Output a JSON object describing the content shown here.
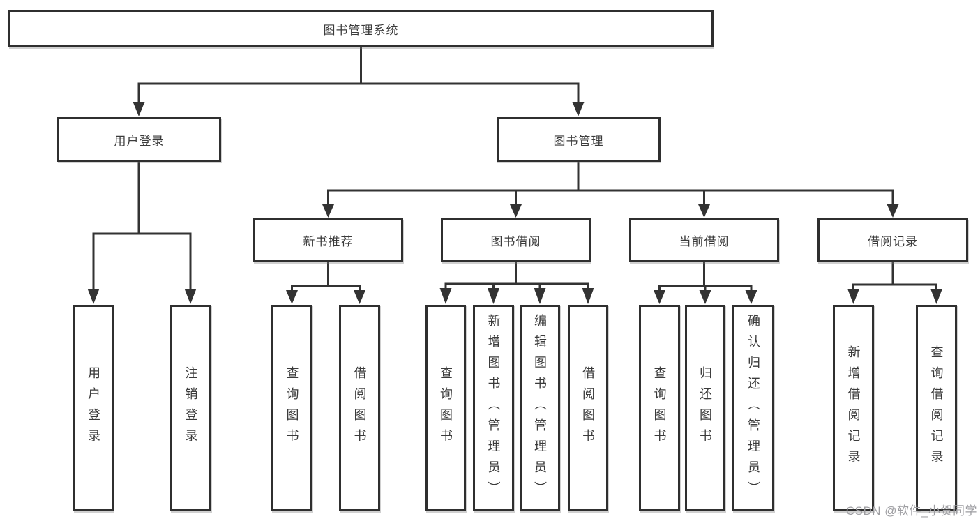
{
  "tree": {
    "root": "图书管理系统",
    "branches": [
      {
        "label": "用户登录",
        "leaves": [
          "用户登录",
          "注销登录"
        ]
      },
      {
        "label": "图书管理",
        "sections": [
          {
            "label": "新书推荐",
            "leaves": [
              "查询图书",
              "借阅图书"
            ]
          },
          {
            "label": "图书借阅",
            "leaves": [
              "查询图书",
              "新增图书（管理员）",
              "编辑图书（管理员）",
              "借阅图书"
            ]
          },
          {
            "label": "当前借阅",
            "leaves": [
              "查询图书",
              "归还图书",
              "确认归还（管理员）"
            ]
          },
          {
            "label": "借阅记录",
            "leaves": [
              "新增借阅记录",
              "查询借阅记录"
            ]
          }
        ]
      }
    ]
  },
  "watermark": {
    "text": "CSDN @软件_小贺同学"
  },
  "colors": {
    "line": "#333333",
    "box_border": "#2f2f2f",
    "text": "#3b3b3b",
    "watermark": "#9d9da1",
    "background": "#ffffff"
  }
}
